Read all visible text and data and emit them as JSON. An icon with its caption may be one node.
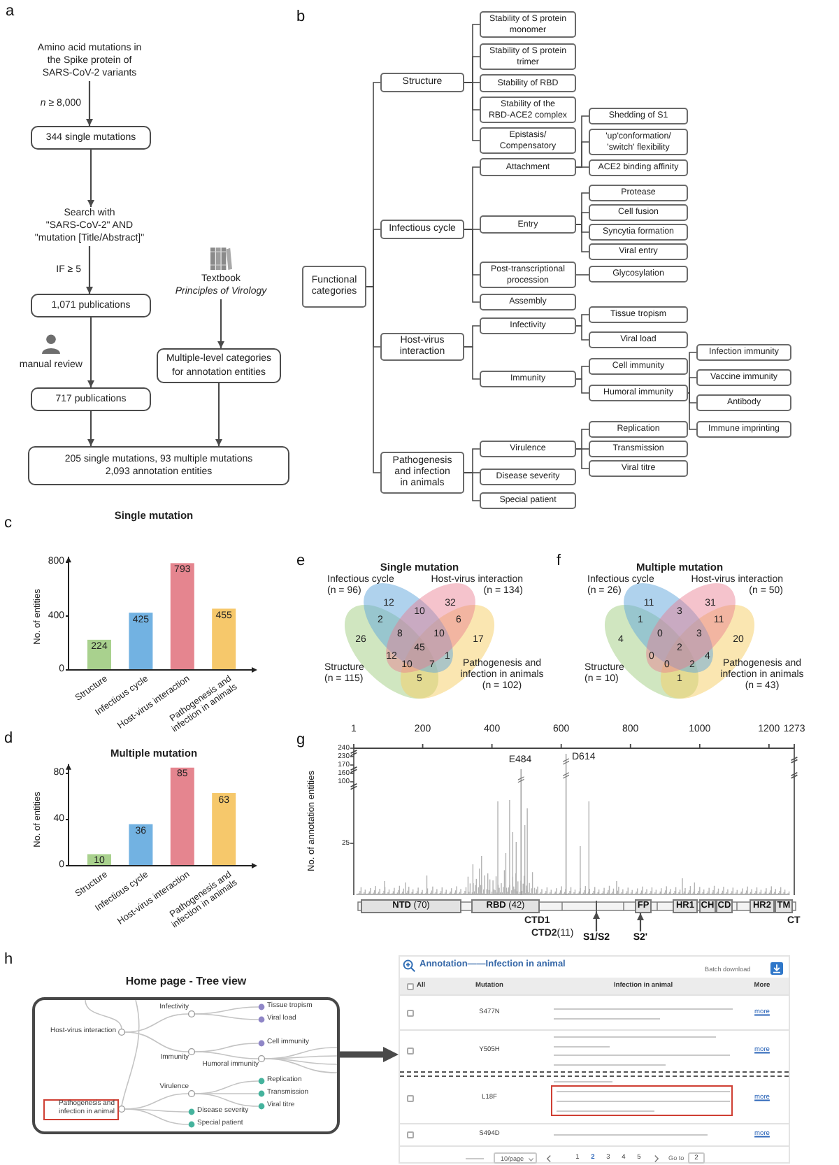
{
  "diagram": {
    "nodes": [
      {
        "text": [
          "Amino acid mutations in the Spike protein of SARS-CoV-2 variants"
        ]
      },
      {
        "text": [
          "344 single mutations"
        ]
      },
      {
        "text": [
          "Search with \"SARS-CoV-2\" AND \"mutation [Title/Abstract]\""
        ]
      },
      {
        "text": [
          "1,071 publications"
        ]
      },
      {
        "text": [
          "717 publications"
        ]
      },
      {
        "text": [
          "Textbook *Principles of Virology*"
        ]
      },
      {
        "text": [
          "Multiple-level categories for annotation entities"
        ]
      },
      {
        "text": [
          "205 single mutations, 93 multiple mutations 2,093 annotation entities"
        ]
      },
      {
        "text": [
          "Functional categories"
        ]
      },
      {
        "text": [
          "Structure"
        ]
      },
      {
        "text": [
          "Stability of S protein monomer"
        ]
      },
      {
        "text": [
          "Stability of S protein trimer"
        ]
      },
      {
        "text": [
          "Stability of RBD"
        ]
      },
      {
        "text": [
          "Stability of the RBD-ACE2 complex"
        ]
      },
      {
        "text": [
          "Epistasis/ Compensatory"
        ]
      },
      {
        "text": [
          "Infectious cycle"
        ]
      },
      {
        "text": [
          "Attachment"
        ]
      },
      {
        "text": [
          "Shedding of S1"
        ]
      },
      {
        "text": [
          "'up'conformation/ 'switch' flexibility"
        ]
      },
      {
        "text": [
          "ACE2 binding affinity"
        ]
      },
      {
        "text": [
          "Entry"
        ]
      },
      {
        "text": [
          "Protease"
        ]
      },
      {
        "text": [
          "Cell fusion"
        ]
      },
      {
        "text": [
          "Syncytia formation"
        ]
      },
      {
        "text": [
          "Viral entry"
        ]
      },
      {
        "text": [
          "Post-transcriptional procession"
        ]
      },
      {
        "text": [
          "Glycosylation"
        ]
      },
      {
        "text": [
          "Assembly"
        ]
      },
      {
        "text": [
          "Host-virus interaction"
        ]
      },
      {
        "text": [
          "Infectivity"
        ]
      },
      {
        "text": [
          "Tissue tropism"
        ]
      },
      {
        "text": [
          "Viral load"
        ]
      },
      {
        "text": [
          "Immunity"
        ]
      },
      {
        "text": [
          "Cell immunity"
        ]
      },
      {
        "text": [
          "Humoral immunity"
        ]
      },
      {
        "text": [
          "Infection immunity"
        ]
      },
      {
        "text": [
          "Vaccine immunity"
        ]
      },
      {
        "text": [
          "Antibody"
        ]
      },
      {
        "text": [
          "Immune imprinting"
        ]
      },
      {
        "text": [
          "Pathogenesis and infection in animals"
        ]
      },
      {
        "text": [
          "Virulence"
        ]
      },
      {
        "text": [
          "Replication"
        ]
      },
      {
        "text": [
          "Transmission"
        ]
      },
      {
        "text": [
          "Viral titre"
        ]
      },
      {
        "text": [
          "Disease severity"
        ]
      },
      {
        "text": [
          "Special patient"
        ]
      },
      {
        "text": [
          "**NTD** (70)"
        ]
      },
      {
        "text": [
          "**RBD** (42)"
        ]
      },
      {
        "text": [
          "FP"
        ]
      },
      {
        "text": [
          "HR1"
        ]
      },
      {
        "text": [
          "CH"
        ]
      },
      {
        "text": [
          "CD"
        ]
      },
      {
        "text": [
          "HR2"
        ]
      },
      {
        "text": [
          "TM"
        ]
      },
      {
        "text": [
          "S1/S2"
        ]
      },
      {
        "text": [
          "S2'"
        ]
      },
      {
        "text": [],
        "shape": "bar"
      },
      {
        "text": [
          "Home page - Tree view",
          "Host-virus interaction",
          "Infectivity",
          "Tissue tropism",
          "Viral load",
          "Immunity",
          "Cell immunity",
          "Humoral immunity",
          "Pathogenesis and infection in animal",
          "Virulence",
          "Replication",
          "Transmission",
          "Viral titre",
          "Disease severity",
          "Special patient"
        ]
      },
      {
        "text": [
          "Annotation——Infection in animal",
          "Batch download",
          "All",
          "Mutation",
          "Infection in animal",
          "More",
          "S477N",
          "more",
          "Y505H",
          "more",
          "L18F",
          "more",
          "S494D",
          "more",
          "10/page",
          "1",
          "2",
          "3",
          "4",
          "5",
          "Go to",
          "2"
        ]
      }
    ],
    "edges": [
      {
        "from": 0,
        "to": 1,
        "arrow": "to",
        "label": "*n* ≥ 8,000"
      },
      {
        "from": 1,
        "to": 2,
        "arrow": "to"
      },
      {
        "from": 2,
        "to": 3,
        "arrow": "to",
        "label": "IF ≥ 5"
      },
      {
        "from": 3,
        "to": 4,
        "arrow": "to",
        "label": "manual review"
      },
      {
        "from": 4,
        "to": 7,
        "arrow": "to"
      },
      {
        "from": 5,
        "to": 6,
        "arrow": "to"
      },
      {
        "from": 6,
        "to": 7,
        "arrow": "to"
      },
      {
        "from": 8,
        "to": 9,
        "arrow": "none"
      },
      {
        "from": 8,
        "to": 15,
        "arrow": "none"
      },
      {
        "from": 8,
        "to": 28,
        "arrow": "none"
      },
      {
        "from": 8,
        "to": 39,
        "arrow": "none"
      },
      {
        "from": 9,
        "to": 10,
        "arrow": "none"
      },
      {
        "from": 9,
        "to": 11,
        "arrow": "none"
      },
      {
        "from": 9,
        "to": 12,
        "arrow": "none"
      },
      {
        "from": 9,
        "to": 13,
        "arrow": "none"
      },
      {
        "from": 9,
        "to": 14,
        "arrow": "none"
      },
      {
        "from": 15,
        "to": 16,
        "arrow": "none"
      },
      {
        "from": 15,
        "to": 20,
        "arrow": "none"
      },
      {
        "from": 15,
        "to": 25,
        "arrow": "none"
      },
      {
        "from": 15,
        "to": 27,
        "arrow": "none"
      },
      {
        "from": 16,
        "to": 17,
        "arrow": "none"
      },
      {
        "from": 16,
        "to": 18,
        "arrow": "none"
      },
      {
        "from": 16,
        "to": 19,
        "arrow": "none"
      },
      {
        "from": 20,
        "to": 21,
        "arrow": "none"
      },
      {
        "from": 20,
        "to": 22,
        "arrow": "none"
      },
      {
        "from": 20,
        "to": 23,
        "arrow": "none"
      },
      {
        "from": 20,
        "to": 24,
        "arrow": "none"
      },
      {
        "from": 25,
        "to": 26,
        "arrow": "none"
      },
      {
        "from": 28,
        "to": 29,
        "arrow": "none"
      },
      {
        "from": 28,
        "to": 32,
        "arrow": "none"
      },
      {
        "from": 29,
        "to": 30,
        "arrow": "none"
      },
      {
        "from": 29,
        "to": 31,
        "arrow": "none"
      },
      {
        "from": 32,
        "to": 33,
        "arrow": "none"
      },
      {
        "from": 32,
        "to": 34,
        "arrow": "none"
      },
      {
        "from": 34,
        "to": 35,
        "arrow": "none"
      },
      {
        "from": 34,
        "to": 36,
        "arrow": "none"
      },
      {
        "from": 34,
        "to": 37,
        "arrow": "none"
      },
      {
        "from": 34,
        "to": 38,
        "arrow": "none"
      },
      {
        "from": 39,
        "to": 40,
        "arrow": "none"
      },
      {
        "from": 39,
        "to": 44,
        "arrow": "none"
      },
      {
        "from": 39,
        "to": 45,
        "arrow": "none"
      },
      {
        "from": 40,
        "to": 41,
        "arrow": "none"
      },
      {
        "from": 40,
        "to": 42,
        "arrow": "none"
      },
      {
        "from": 40,
        "to": 43,
        "arrow": "none"
      },
      {
        "from": 54,
        "to": 56,
        "arrow": "to"
      },
      {
        "from": 55,
        "to": 48,
        "arrow": "to"
      },
      {
        "from": 57,
        "to": 58,
        "arrow": "to",
        "style": "thick"
      }
    ],
    "labels": [
      "a",
      "b",
      "c",
      "d",
      "e",
      "Single mutation",
      "Infectious cycle (n = 96)",
      "Host-virus interaction (n = 134)",
      "Structure (n = 115)",
      "Pathogenesis and infection in animals (n = 102)",
      "12",
      "10",
      "32",
      "2",
      "6",
      "26",
      "8",
      "10",
      "17",
      "45",
      "12",
      "1",
      "10",
      "7",
      "5",
      "f",
      "Multiple mutation",
      "Infectious cycle (n = 26)",
      "Host-virus interaction (n = 50)",
      "Structure (n = 10)",
      "Pathogenesis and infection in animals (n = 43)",
      "11",
      "3",
      "31",
      "1",
      "11",
      "4",
      "0",
      "3",
      "20",
      "2",
      "0",
      "4",
      "0",
      "2",
      "1",
      "g",
      "1",
      "200",
      "400",
      "600",
      "800",
      "1000",
      "1200",
      "1273",
      "240",
      "230",
      "170",
      "160",
      "100",
      "25",
      "No. of annotation entities",
      "E484",
      "D614",
      "CTD1",
      "**CTD2**(11)",
      "CT",
      "h"
    ],
    "chart_data": [
      {
        "type": "bar",
        "title": "Single mutation",
        "ylabel": "No. of entities",
        "categories": [
          "Structure",
          "Infectious cycle",
          "Host-virus interaction",
          "Pathogenesis and infection in animals"
        ],
        "values": [
          224,
          425,
          793,
          455
        ],
        "ylim": [
          0,
          840
        ],
        "yticks": [
          0,
          400,
          800
        ],
        "data_labels": true
      },
      {
        "type": "bar",
        "title": "Multiple mutation",
        "ylabel": "No. of entities",
        "categories": [
          "Structure",
          "Infectious cycle",
          "Host-virus interaction",
          "Pathogenesis and infection in animals"
        ],
        "values": [
          10,
          36,
          85,
          63
        ],
        "ylim": [
          0,
          88
        ],
        "yticks": [
          0,
          40,
          80
        ],
        "data_labels": true
      }
    ]
  }
}
